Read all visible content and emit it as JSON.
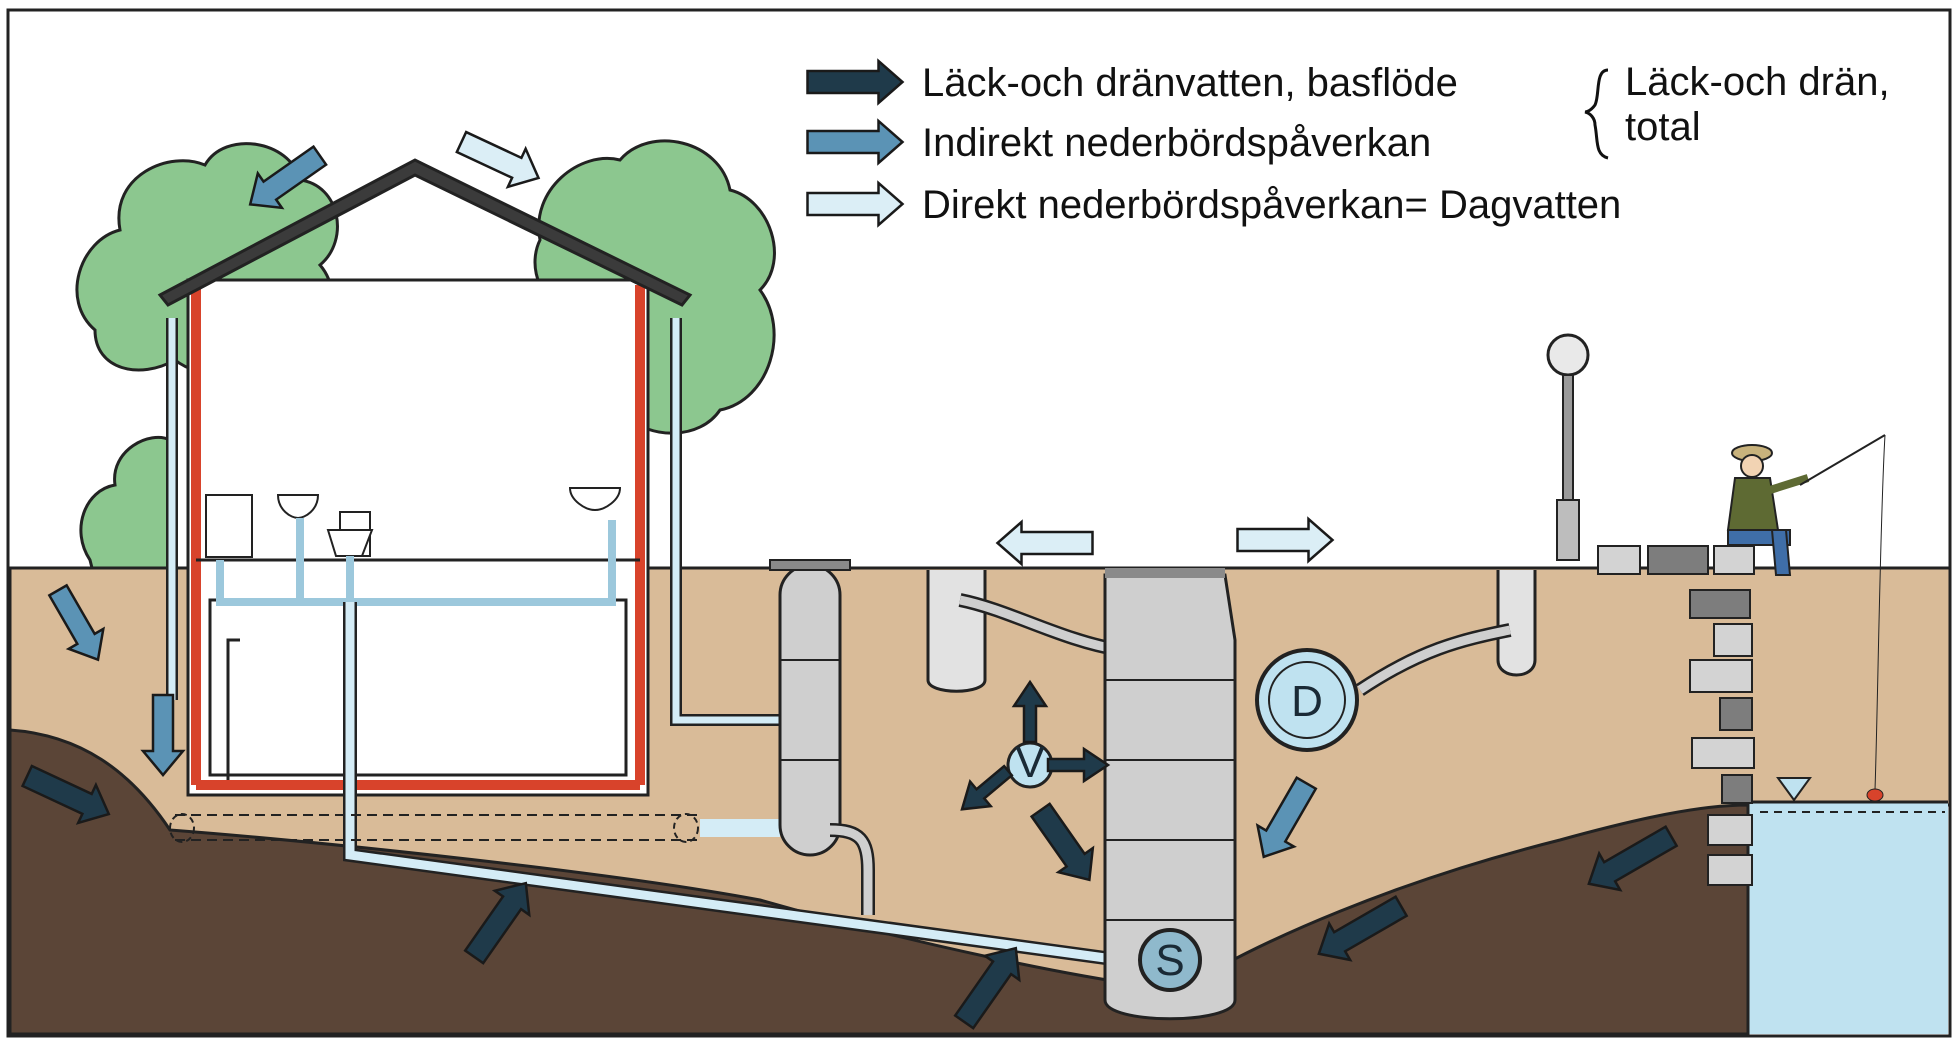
{
  "legend": {
    "items": [
      {
        "label": "Läck-och dränvatten, basflöde",
        "color": "#1f3a4a"
      },
      {
        "label": "Indirekt nederbördspåverkan",
        "color": "#5b93b5"
      },
      {
        "label": "Direkt nederbördspåverkan= Dagvatten",
        "color": "#dbeef6"
      }
    ],
    "brace_label_line1": "Läck-och drän,",
    "brace_label_line2": "total"
  },
  "markers": {
    "v": "V",
    "d": "D",
    "s": "S"
  },
  "colors": {
    "soil_light": "#d9bb98",
    "soil_dark": "#5b4537",
    "water": "#bfe2f0",
    "tree": "#8cc78f",
    "wall": "#d8432b",
    "pipe": "#d4ecf6"
  }
}
